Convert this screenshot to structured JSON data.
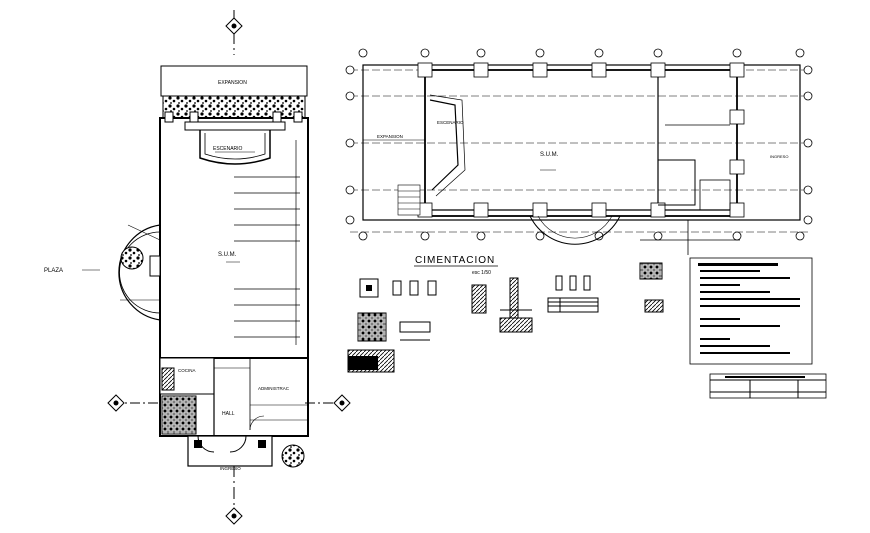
{
  "plan_left": {
    "label_expansion": "EXPANSION",
    "label_escenario": "ESCENARIO",
    "label_sum": "S.U.M.",
    "label_plaza": "PLAZA",
    "label_cocina": "COCINA",
    "label_administracion": "ADMINISTRAC",
    "label_hall": "HALL",
    "label_ingreso": "INGRESO"
  },
  "plan_right": {
    "label_expansion": "EXPANSION",
    "label_escenario": "ESCENARIO",
    "label_sum": "S.U.M.",
    "label_ingreso": "INGRESO"
  },
  "foundation": {
    "title": "CIMENTACION",
    "scale": "esc 1/50"
  }
}
